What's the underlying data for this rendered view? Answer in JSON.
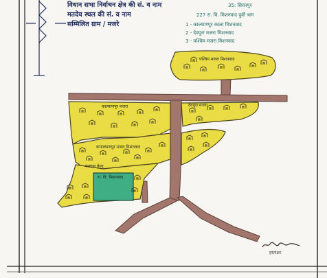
{
  "header": {
    "line1_label": "विधान सभा निर्वाचन क्षेत्र की सं. व नाम",
    "line1_value": "35: सिरसपुर",
    "line2_label": "मतदेय स्थल की सं. व नाम",
    "line2_value": "227 रा. वि. मिशनवाद पुर्वी भाग",
    "line3_label": "सम्मिलित ग्राम / मजरे",
    "line3_items": [
      "1 - काल्याणपुर काला मिशनवाद",
      "2 - देवपुरा मजरा मिशनवाद",
      "3 - पश्चिम मजरा मिशनवाद"
    ]
  },
  "map": {
    "area_labels": {
      "top": "पश्चिम मजरा मिशनवाद",
      "left_upper": "काल्याणपुर मजरा",
      "right_upper": "देवपुरा मजरा",
      "middle": "कपाल्याणपुर मजरा मिशनवाद",
      "lower": "मतदान केन्द्र",
      "booth": "रा. वि. मिशनवाद"
    },
    "signature": "हस्ताक्षर",
    "colors": {
      "settlement_fill": "#e9dc45",
      "settlement_outline": "#4d4420",
      "road": "#a2766c",
      "booth": "#3fae84",
      "paper": "#f7f6f3",
      "ink": "#1e2a5c"
    }
  }
}
